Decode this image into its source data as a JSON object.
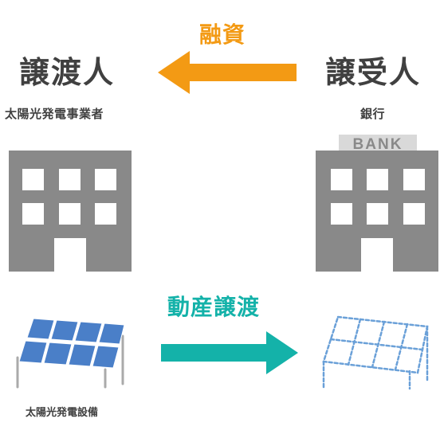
{
  "left_party": {
    "role": "譲渡人",
    "entity": "太陽光発電事業者"
  },
  "right_party": {
    "role": "譲受人",
    "entity": "銀行",
    "sign": "BANK"
  },
  "top_flow": {
    "label": "融資",
    "color": "#f39a14",
    "direction": "right-to-left"
  },
  "bottom_flow": {
    "label": "動産譲渡",
    "color": "#14b2a9",
    "direction": "left-to-right"
  },
  "asset": {
    "caption": "太陽光発電設備"
  },
  "colors": {
    "text": "#404040",
    "building": "#898989",
    "sign_bg": "#d9d9d9",
    "solar_panel": "#4a7fc8",
    "dashed_panel": "#6aa0d8"
  }
}
